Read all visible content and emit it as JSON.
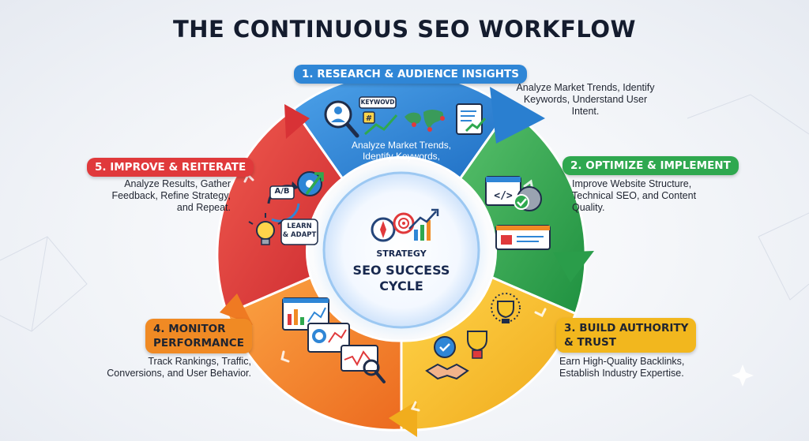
{
  "title": "THE CONTINUOUS SEO WORKFLOW",
  "center": {
    "small_label": "STRATEGY",
    "line1": "SEO SUCCESS",
    "line2": "CYCLE"
  },
  "steps": [
    {
      "label": "1. RESEARCH & AUDIENCE INSIGHTS",
      "desc": [
        "Analyze Market Trends, Identify",
        "Keywords, Understand User",
        "Intent."
      ],
      "inner": [
        "Analyze Market Trends,",
        "Identify Keywords,"
      ],
      "badge": "KEYWOVD",
      "color": "#2f86d6"
    },
    {
      "label": "2. OPTIMIZE & IMPLEMENT",
      "desc": [
        "Improve Website Structure,",
        "Technical SEO, and Content",
        "Quality."
      ],
      "color": "#2fa84f"
    },
    {
      "label": "3. BUILD AUTHORITY",
      "label2": "& TRUST",
      "desc": [
        "Earn High-Quality Backlinks,",
        "Establish Industry Expertise."
      ],
      "color": "#f2b71e"
    },
    {
      "label": "4. MONITOR",
      "label2": "PERFORMANCE",
      "desc": [
        "Track Rankings, Traffic,",
        "Conversions, and User Behavior."
      ],
      "color": "#f08a24"
    },
    {
      "label": "5. IMPROVE & REITERATE",
      "desc": [
        "Analyze Results, Gather",
        "Feedback, Refine Strategy,",
        "and Repeat."
      ],
      "badge_ab": "A/B",
      "badge_learn1": "LEARN",
      "badge_learn2": "& ADAPT",
      "color": "#e0393b"
    }
  ]
}
